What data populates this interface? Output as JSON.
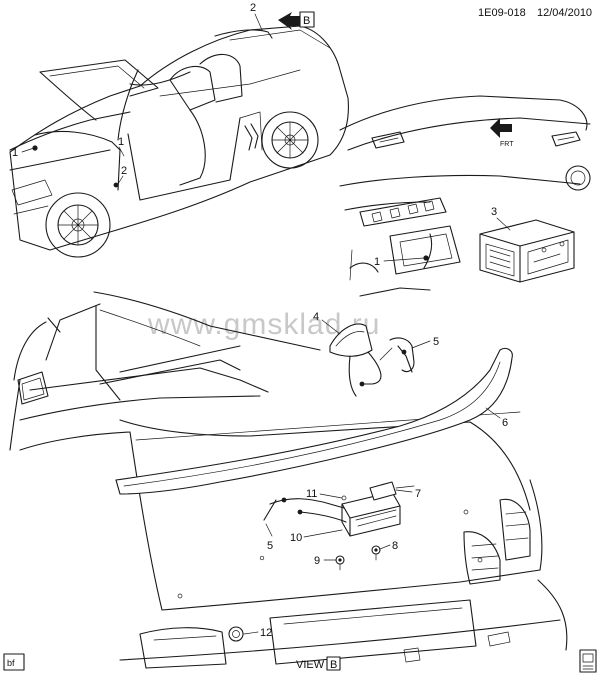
{
  "header": {
    "code": "1E09-018",
    "date": "12/04/2010"
  },
  "watermark": "www.gmsklad.ru",
  "view_label": "VIEW",
  "view_letter": "B",
  "view_flag_letter": "B",
  "front_arrow_label": "FRT",
  "footer_code": "bf",
  "callouts": [
    {
      "id": "c1a",
      "label": "1"
    },
    {
      "id": "c1b",
      "label": "1"
    },
    {
      "id": "c2a",
      "label": "2"
    },
    {
      "id": "c2b",
      "label": "2"
    },
    {
      "id": "c1c",
      "label": "1"
    },
    {
      "id": "c3",
      "label": "3"
    },
    {
      "id": "c4",
      "label": "4"
    },
    {
      "id": "c5a",
      "label": "5"
    },
    {
      "id": "c6",
      "label": "6"
    },
    {
      "id": "c7",
      "label": "7"
    },
    {
      "id": "c11",
      "label": "11"
    },
    {
      "id": "c10",
      "label": "10"
    },
    {
      "id": "c5b",
      "label": "5"
    },
    {
      "id": "c8",
      "label": "8"
    },
    {
      "id": "c9",
      "label": "9"
    },
    {
      "id": "c12",
      "label": "12"
    }
  ]
}
